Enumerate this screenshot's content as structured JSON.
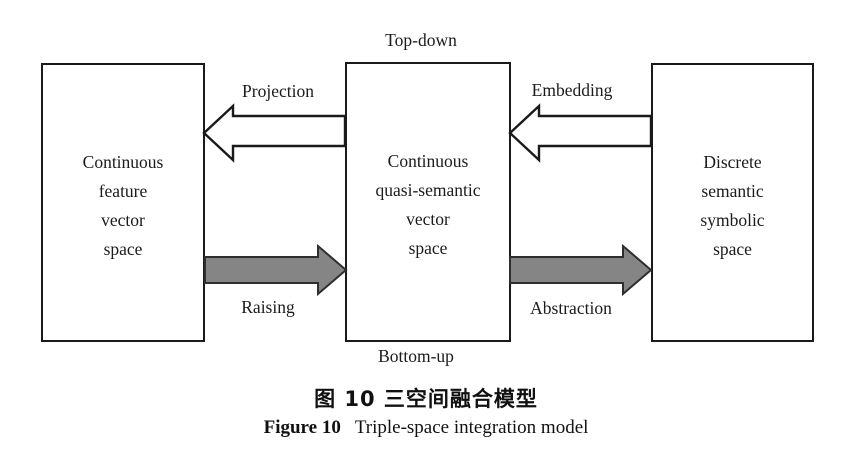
{
  "labels": {
    "top_down": "Top-down",
    "bottom_up": "Bottom-up"
  },
  "boxes": [
    {
      "id": "continuous-feature-vector-space",
      "lines": [
        "Continuous",
        "feature",
        "vector",
        "space"
      ]
    },
    {
      "id": "continuous-quasi-semantic-vector-space",
      "lines": [
        "Continuous",
        "quasi-semantic",
        "vector",
        "space"
      ]
    },
    {
      "id": "discrete-semantic-symbolic-space",
      "lines": [
        "Discrete",
        "semantic",
        "symbolic",
        "space"
      ]
    }
  ],
  "arrows": [
    {
      "label": "Projection",
      "direction": "left",
      "fill": "#ffffff"
    },
    {
      "label": "Embedding",
      "direction": "left",
      "fill": "#ffffff"
    },
    {
      "label": "Raising",
      "direction": "right",
      "fill": "#858585"
    },
    {
      "label": "Abstraction",
      "direction": "right",
      "fill": "#858585"
    }
  ],
  "caption": {
    "zh": "图 10  三空间融合模型",
    "en_number": "Figure 10",
    "en_title": "Triple-space integration model"
  },
  "colors": {
    "border": "#1a1a1a",
    "background": "#ffffff",
    "gray_arrow": "#858585",
    "white_arrow": "#ffffff",
    "text": "#1b1b1b"
  }
}
